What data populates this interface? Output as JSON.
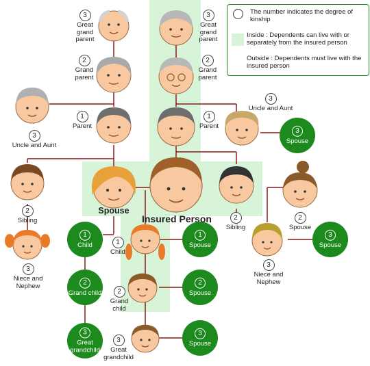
{
  "legend": {
    "circle_note": "The number indicates the degree of kinship",
    "inside_note": "Inside : Dependents can live with or separately from the insured person",
    "outside_note": "Outside : Dependents must live with the insured person"
  },
  "nodes": {
    "great_grandparent_left": {
      "degree": "3",
      "label": "Great grand parent"
    },
    "great_grandparent_right": {
      "degree": "3",
      "label": "Great grand parent"
    },
    "grandparent_left": {
      "degree": "2",
      "label": "Grand parent"
    },
    "grandparent_right": {
      "degree": "2",
      "label": "Grand parent"
    },
    "parent_left": {
      "degree": "1",
      "label": "Parent"
    },
    "parent_right": {
      "degree": "1",
      "label": "Parent"
    },
    "uncle_aunt_left": {
      "degree": "3",
      "label": "Uncle and Aunt"
    },
    "uncle_aunt_right": {
      "degree": "3",
      "label": "Uncle and Aunt"
    },
    "uncle_aunt_spouse": {
      "degree": "3",
      "label": "Spouse"
    },
    "sibling_left": {
      "degree": "2",
      "label": "Sibling"
    },
    "sibling_right": {
      "degree": "2",
      "label": "Sibling"
    },
    "sibling_spouse": {
      "degree": "2",
      "label": "Spouse"
    },
    "spouse": {
      "label": "Spouse"
    },
    "insured": {
      "label": "Insured Person"
    },
    "niece_left": {
      "degree": "3",
      "label": "Niece and Nephew"
    },
    "niece_right": {
      "degree": "3",
      "label": "Niece and Nephew"
    },
    "niece_right_spouse": {
      "degree": "3",
      "label": "Spouse"
    },
    "child_spouse_side": {
      "degree": "1",
      "label": "Child"
    },
    "child": {
      "degree": "1",
      "label": "Child"
    },
    "child_spouse": {
      "degree": "1",
      "label": "Spouse"
    },
    "grandchild_spouse_side": {
      "degree": "2",
      "label": "Grand child"
    },
    "grandchild": {
      "degree": "2",
      "label": "Grand child"
    },
    "grandchild_spouse": {
      "degree": "2",
      "label": "Spouse"
    },
    "great_grandchild_spouse_side": {
      "degree": "3",
      "label": "Great grandchild"
    },
    "great_grandchild": {
      "degree": "3",
      "label": "Great grandchild"
    },
    "great_grandchild_spouse": {
      "degree": "3",
      "label": "Spouse"
    }
  },
  "colors": {
    "line": "#8b1a1a",
    "inside_zone": "#d8f4d8",
    "green_node": "#1c8a1c",
    "skin": "#f8c9a0"
  }
}
